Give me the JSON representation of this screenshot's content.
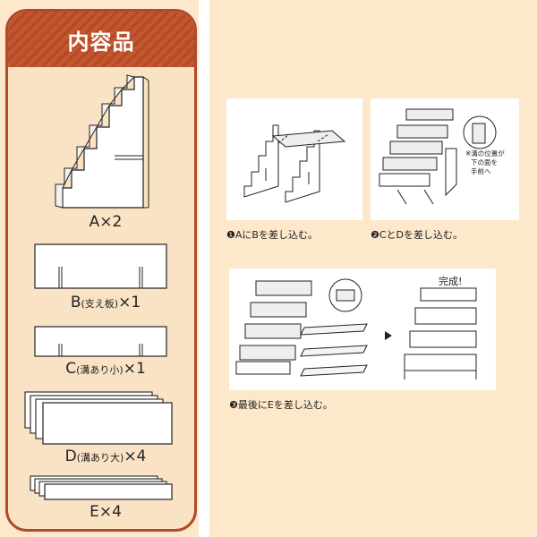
{
  "contents": {
    "title": "内容品",
    "parts": [
      {
        "name": "A",
        "qty_text": "A×2"
      },
      {
        "name": "B",
        "letter": "B",
        "desc": "(支え板)",
        "qty": "×1"
      },
      {
        "name": "C",
        "letter": "C",
        "desc": "(溝あり小)",
        "qty": "×1"
      },
      {
        "name": "D",
        "letter": "D",
        "desc": "(溝あり大)",
        "qty": "×4"
      },
      {
        "name": "E",
        "qty_text": "E×4"
      }
    ]
  },
  "steps": [
    {
      "marker": "❶",
      "text": "AにBを差し込む。"
    },
    {
      "marker": "❷",
      "text": "CとDを差し込む。"
    },
    {
      "marker": "❸",
      "text": "最後にEを差し込む。"
    }
  ],
  "step2_note": [
    "※溝の位置が",
    "下の面を",
    "手前へ"
  ],
  "step3_done_label": "完成!",
  "colors": {
    "header": "#c2562f",
    "border": "#b04a2a",
    "background": "#fde8cb",
    "panel": "#f9e3c4"
  }
}
